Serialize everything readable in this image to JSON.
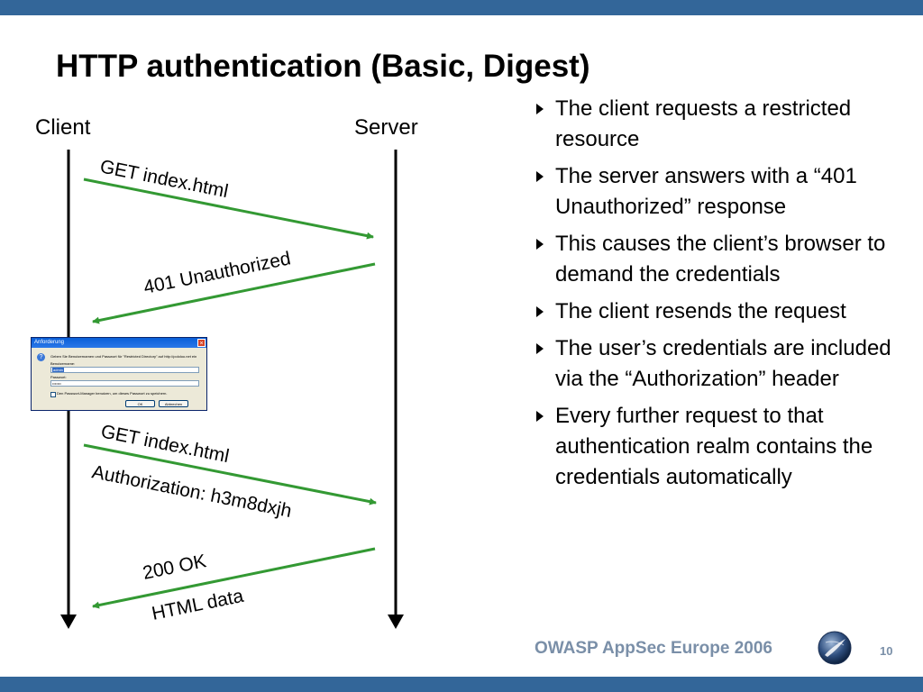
{
  "slide": {
    "title": "HTTP authentication (Basic, Digest)",
    "footer": "OWASP AppSec Europe 2006",
    "page_number": "10",
    "colors": {
      "bar": "#336699",
      "arrow": "#339933",
      "footer_text": "#7a8fa8"
    }
  },
  "diagram": {
    "client_label": "Client",
    "server_label": "Server",
    "messages": [
      {
        "label": "GET index.html"
      },
      {
        "label": "401 Unauthorized"
      },
      {
        "label": "GET index.html"
      },
      {
        "label": "Authorization: h3m8dxjh"
      },
      {
        "label": "200 OK"
      },
      {
        "label": "HTML data"
      }
    ]
  },
  "dialog": {
    "title": "Anforderung",
    "close_icon": "close-icon",
    "message": "Geben Sie Benutzernamen und Passwort für \"Restricted Directory\" auf http://pololoo.net ein",
    "user_label": "Benutzername:",
    "user_value": "admin",
    "password_label": "Passwort:",
    "password_value": "•••••••",
    "remember_label": "Den Passwort-Manager benutzen, um dieses Passwort zu speichern.",
    "ok_label": "OK",
    "cancel_label": "Abbrechen"
  },
  "bullets": [
    "The client requests a restricted resource",
    "The server answers with a “401 Unauthorized” response",
    "This causes the client’s browser to demand the credentials",
    "The client resends the request",
    "The user’s credentials are included via the “Authorization” header",
    "Every further request to that authentication realm contains the credentials automatically"
  ]
}
